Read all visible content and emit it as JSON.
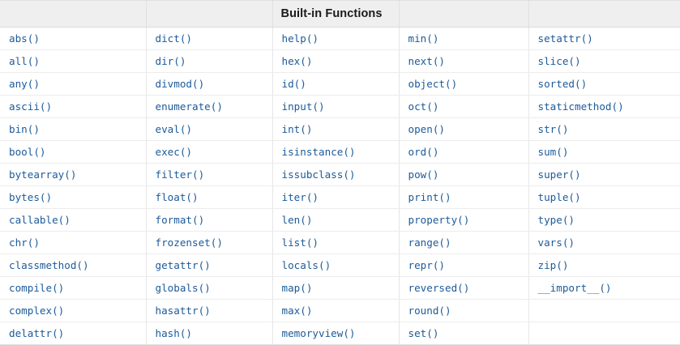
{
  "table": {
    "title": "Built-in Functions",
    "title_column_index": 2,
    "column_count": 5,
    "row_count": 14,
    "colors": {
      "header_background": "#efefef",
      "header_text": "#1a1a1a",
      "cell_text": "#1c5a99",
      "border": "#e6e6e6",
      "page_background": "#ffffff"
    },
    "headers": [
      "",
      "",
      "Built-in Functions",
      "",
      ""
    ],
    "rows": [
      [
        "abs()",
        "dict()",
        "help()",
        "min()",
        "setattr()"
      ],
      [
        "all()",
        "dir()",
        "hex()",
        "next()",
        "slice()"
      ],
      [
        "any()",
        "divmod()",
        "id()",
        "object()",
        "sorted()"
      ],
      [
        "ascii()",
        "enumerate()",
        "input()",
        "oct()",
        "staticmethod()"
      ],
      [
        "bin()",
        "eval()",
        "int()",
        "open()",
        "str()"
      ],
      [
        "bool()",
        "exec()",
        "isinstance()",
        "ord()",
        "sum()"
      ],
      [
        "bytearray()",
        "filter()",
        "issubclass()",
        "pow()",
        "super()"
      ],
      [
        "bytes()",
        "float()",
        "iter()",
        "print()",
        "tuple()"
      ],
      [
        "callable()",
        "format()",
        "len()",
        "property()",
        "type()"
      ],
      [
        "chr()",
        "frozenset()",
        "list()",
        "range()",
        "vars()"
      ],
      [
        "classmethod()",
        "getattr()",
        "locals()",
        "repr()",
        "zip()"
      ],
      [
        "compile()",
        "globals()",
        "map()",
        "reversed()",
        "__import__()"
      ],
      [
        "complex()",
        "hasattr()",
        "max()",
        "round()",
        ""
      ],
      [
        "delattr()",
        "hash()",
        "memoryview()",
        "set()",
        ""
      ]
    ]
  }
}
